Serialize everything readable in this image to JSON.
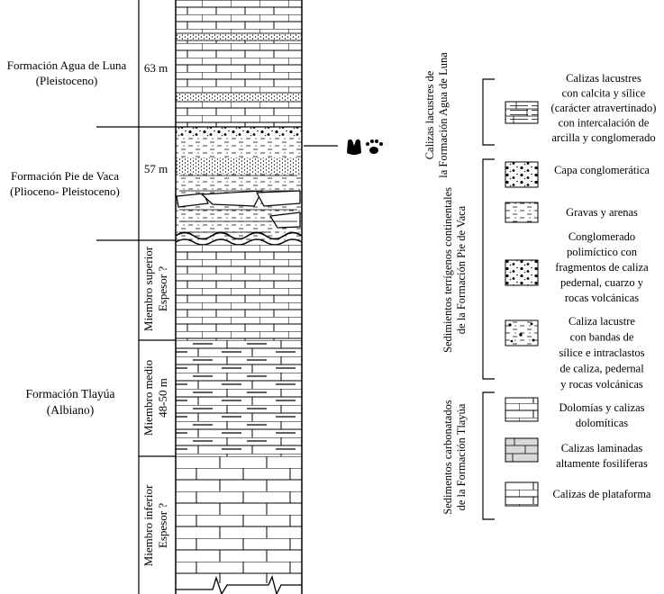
{
  "formations": [
    {
      "name": "Formación Agua de Luna",
      "age": "(Pleistoceno)",
      "thickness": "63 m"
    },
    {
      "name": "Formación Pie de Vaca",
      "age": "(Plioceno- Pleistoceno)",
      "thickness": "57 m"
    },
    {
      "name": "Formación Tlayúa",
      "age": "(Albiano)",
      "thickness": ""
    }
  ],
  "members": [
    {
      "name": "Miembro superior",
      "thickness": "Espesor ?"
    },
    {
      "name": "Miembro medio",
      "thickness": "48-50 m"
    },
    {
      "name": "Miembro inferior",
      "thickness": "Espesor ?"
    }
  ],
  "legend_groups": [
    {
      "line1": "Calizas lacustres de",
      "line2": "la Formación Agua de Luna"
    },
    {
      "line1": "Sedimientos terrígenos continentales",
      "line2": "de la Formación Pie de Vaca"
    },
    {
      "line1": "Sedimentos carbonatados",
      "line2": "de la Formación Tlayúa"
    }
  ],
  "legend_items": [
    {
      "key": "lacustre",
      "lines": [
        "Calizas lacustres",
        "con calcita y sílice",
        "(carácter atravertinado)",
        "con intercalación de",
        "arcilla y conglomerado"
      ]
    },
    {
      "key": "capa-cong",
      "lines": [
        "Capa conglomerática"
      ]
    },
    {
      "key": "gravas",
      "lines": [
        "Gravas y arenas"
      ]
    },
    {
      "key": "cong-poli",
      "lines": [
        "Conglomerado",
        "polimíctico con",
        "fragmentos de caliza",
        "pedernal, cuarzo y",
        "rocas volcánicas"
      ]
    },
    {
      "key": "caliza-silice",
      "lines": [
        "Caliza lacustre",
        "con bandas de",
        "sílice e intraclastos",
        "de caliza, pedernal",
        "y rocas volcánicas"
      ]
    },
    {
      "key": "dolomias",
      "lines": [
        "Dolomías y calizas",
        "dolomíticas"
      ]
    },
    {
      "key": "laminadas",
      "lines": [
        "Calizas laminadas",
        "altamente fosilíferas"
      ]
    },
    {
      "key": "plataforma",
      "lines": [
        "Calizas de plataforma"
      ]
    }
  ],
  "footprint_icons": [
    "footprint-icon",
    "paw-print-icon"
  ]
}
